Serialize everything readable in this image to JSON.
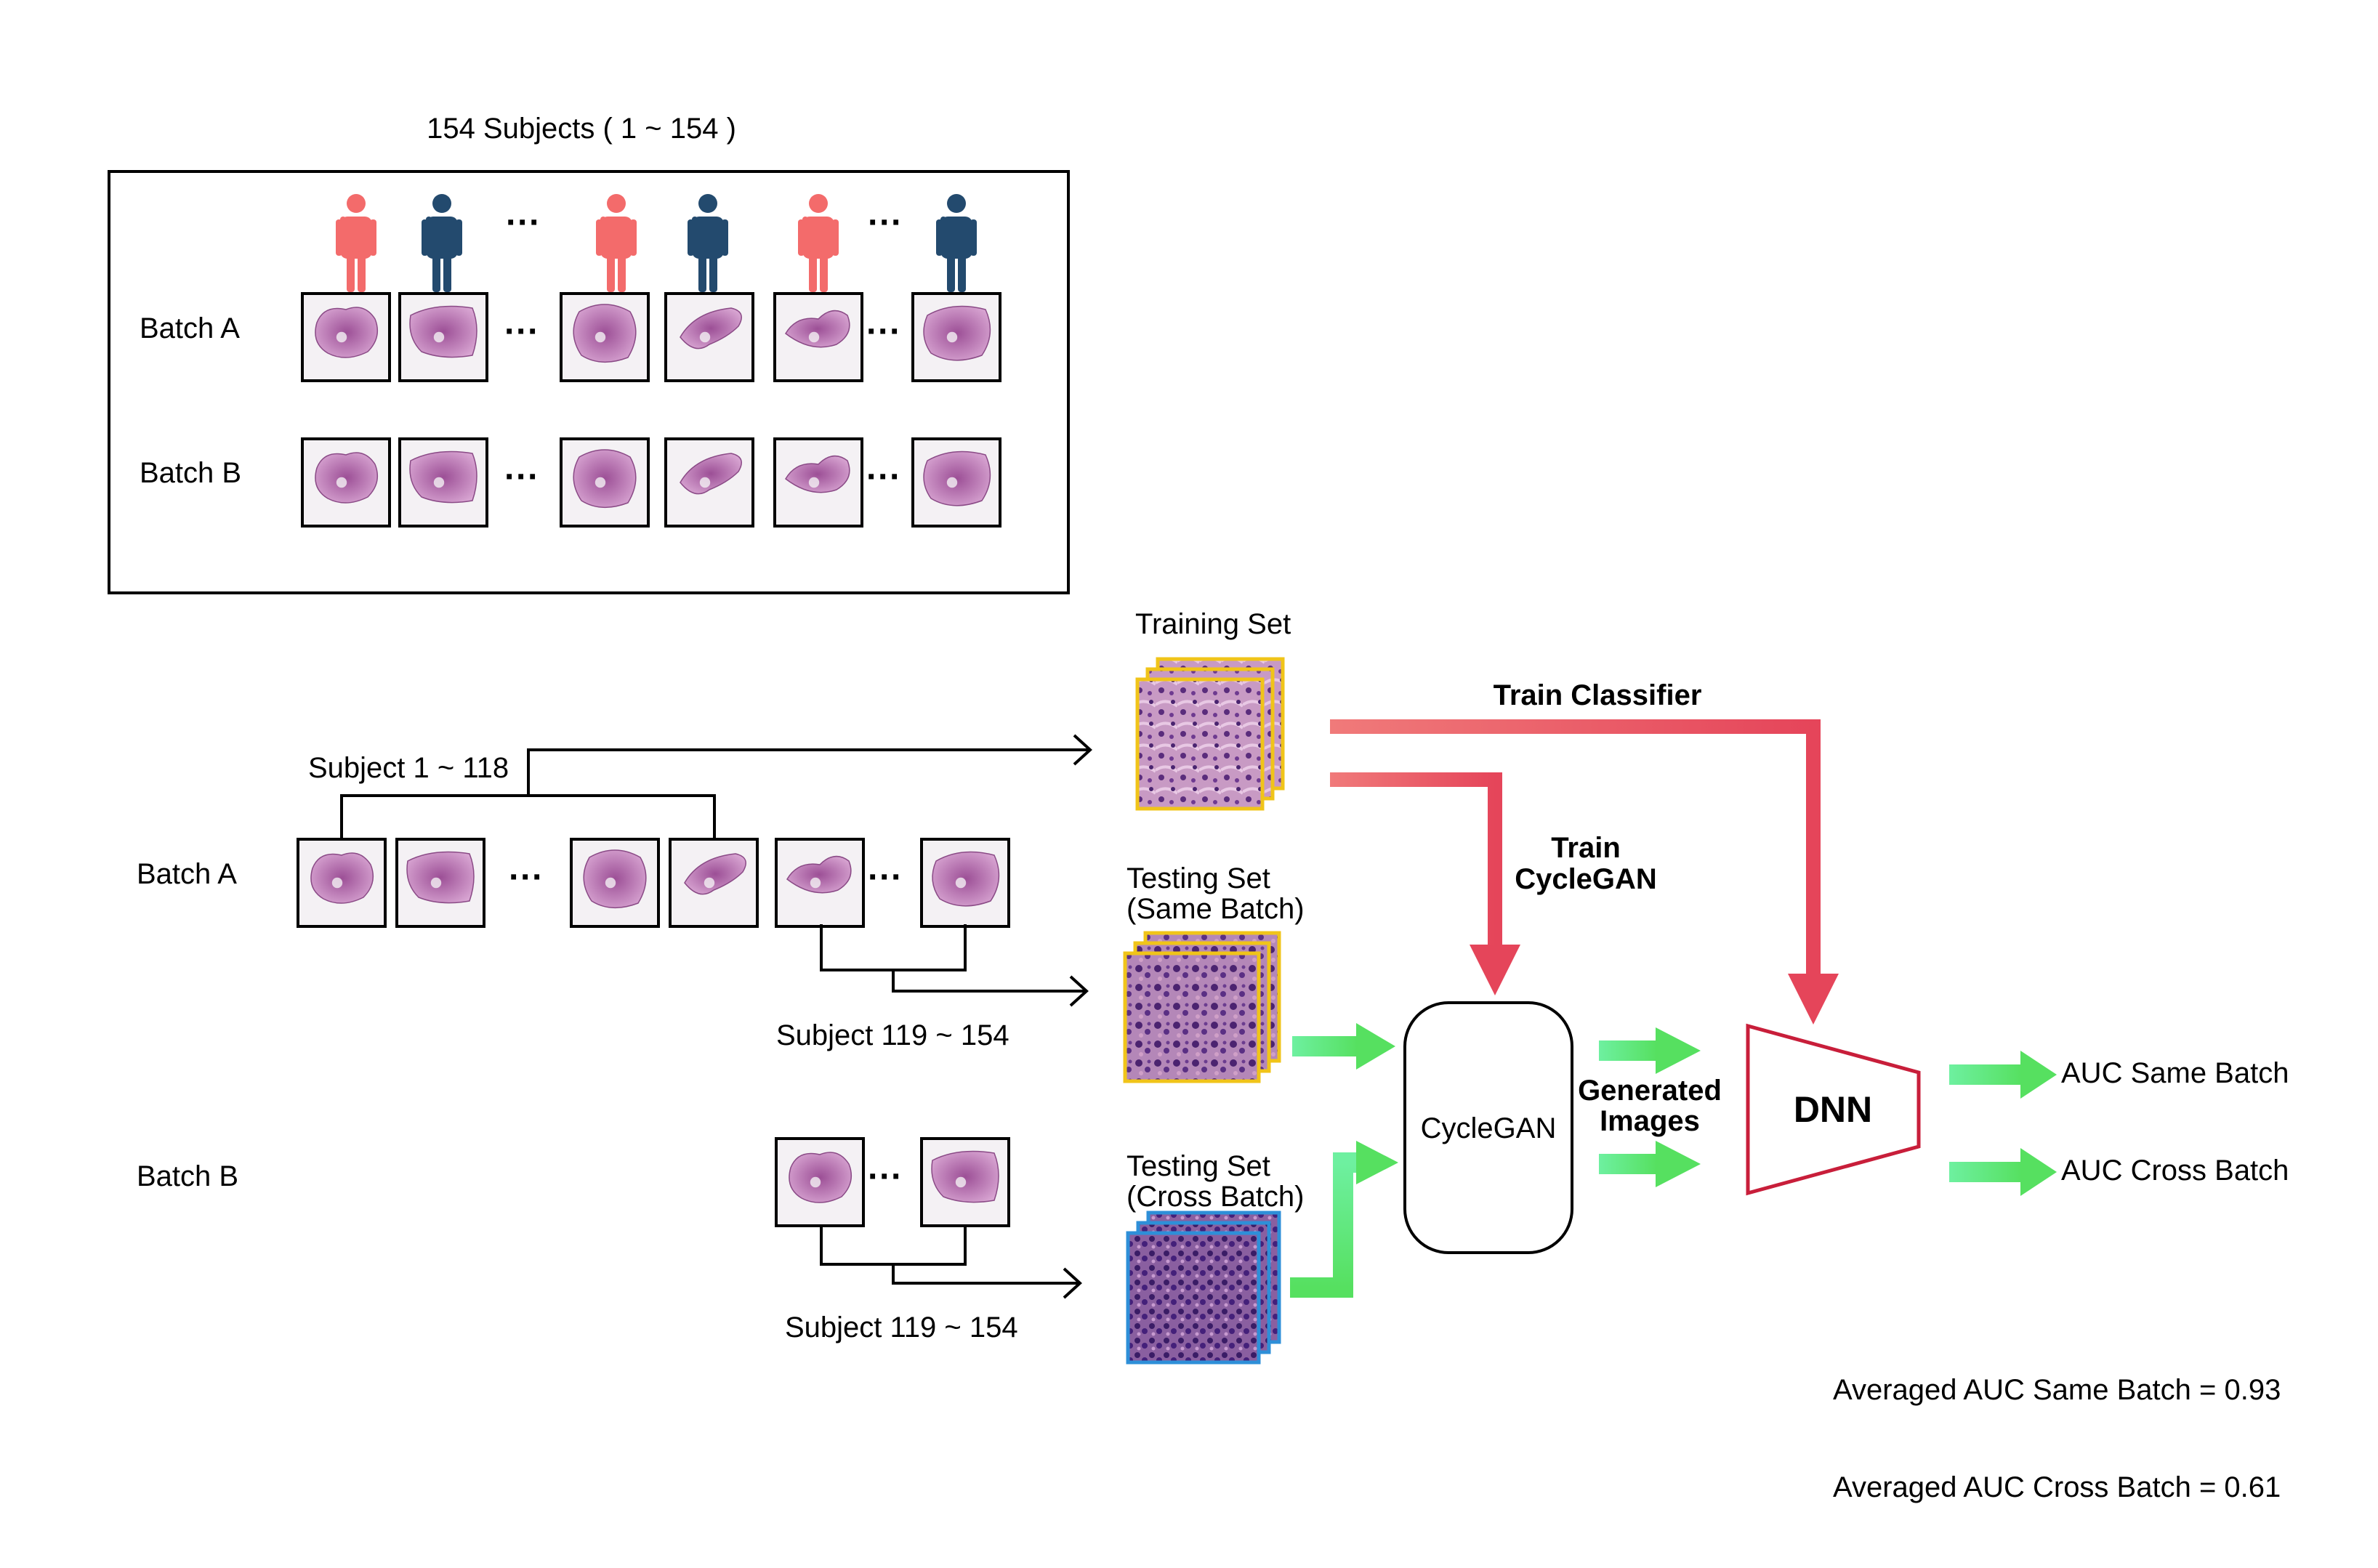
{
  "top_panel": {
    "title": "154 Subjects ( 1 ~ 154 )",
    "batch_a_label": "Batch A",
    "batch_b_label": "Batch B",
    "ellipsis": "···"
  },
  "split": {
    "batch_a_label": "Batch A",
    "batch_b_label": "Batch B",
    "train_subjects": "Subject 1 ~ 118",
    "test_subjects_a": "Subject 119 ~ 154",
    "test_subjects_b": "Subject 119 ~ 154",
    "ellipsis": "···"
  },
  "sets": {
    "training": "Training Set",
    "testing_same_line1": "Testing Set",
    "testing_same_line2": "(Same Batch)",
    "testing_cross_line1": "Testing Set",
    "testing_cross_line2": "(Cross Batch)"
  },
  "flow": {
    "train_classifier": "Train Classifier",
    "train_cyclegan_line1": "Train",
    "train_cyclegan_line2": "CycleGAN",
    "cyclegan": "CycleGAN",
    "generated_line1": "Generated",
    "generated_line2": "Images",
    "dnn": "DNN",
    "auc_same": "AUC Same Batch",
    "auc_cross": "AUC Cross Batch"
  },
  "results": {
    "avg_same": "Averaged AUC Same Batch = 0.93",
    "avg_cross": "Averaged AUC Cross Batch = 0.61"
  },
  "colors": {
    "red_arrow": "#e8505b",
    "green_arrow": "#5ee38a",
    "dnn_border": "#c81e3a",
    "female_icon": "#f36b6b",
    "male_icon": "#234a6e",
    "training_border": "#f0c419",
    "testing_same_border": "#f0c419",
    "testing_cross_border": "#2e8fd8",
    "tissue": "#b06aa8"
  },
  "icons": [
    "person-female-icon",
    "person-male-icon"
  ]
}
